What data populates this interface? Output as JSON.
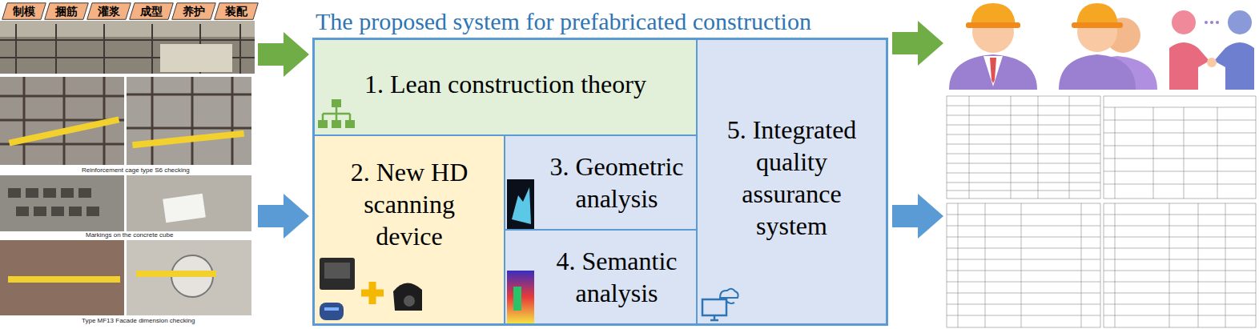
{
  "diagram": {
    "nodes": [
      {
        "text": [
          "制模"
        ]
      },
      {
        "text": [
          "捆筋"
        ]
      },
      {
        "text": [
          "灌浆"
        ]
      },
      {
        "text": [
          "成型"
        ]
      },
      {
        "text": [
          "养护"
        ]
      },
      {
        "text": [
          "装配"
        ]
      },
      {
        "text": [
          "The proposed system for prefabricated construction"
        ]
      },
      {
        "text": [
          "1. Lean construction theory"
        ],
        "in": 6
      },
      {
        "text": [
          "2. New HD scanning device"
        ],
        "in": 6
      },
      {
        "text": [
          "3. Geometric analysis"
        ],
        "in": 6
      },
      {
        "text": [
          "4. Semantic analysis"
        ],
        "in": 6
      },
      {
        "text": [
          "5. Integrated quality assurance system"
        ],
        "in": 6
      }
    ],
    "labels": [
      "Reinforcement cage type S6 checking",
      "Markings on the concrete cube",
      "Type MF13 Facade dimension checking"
    ]
  }
}
